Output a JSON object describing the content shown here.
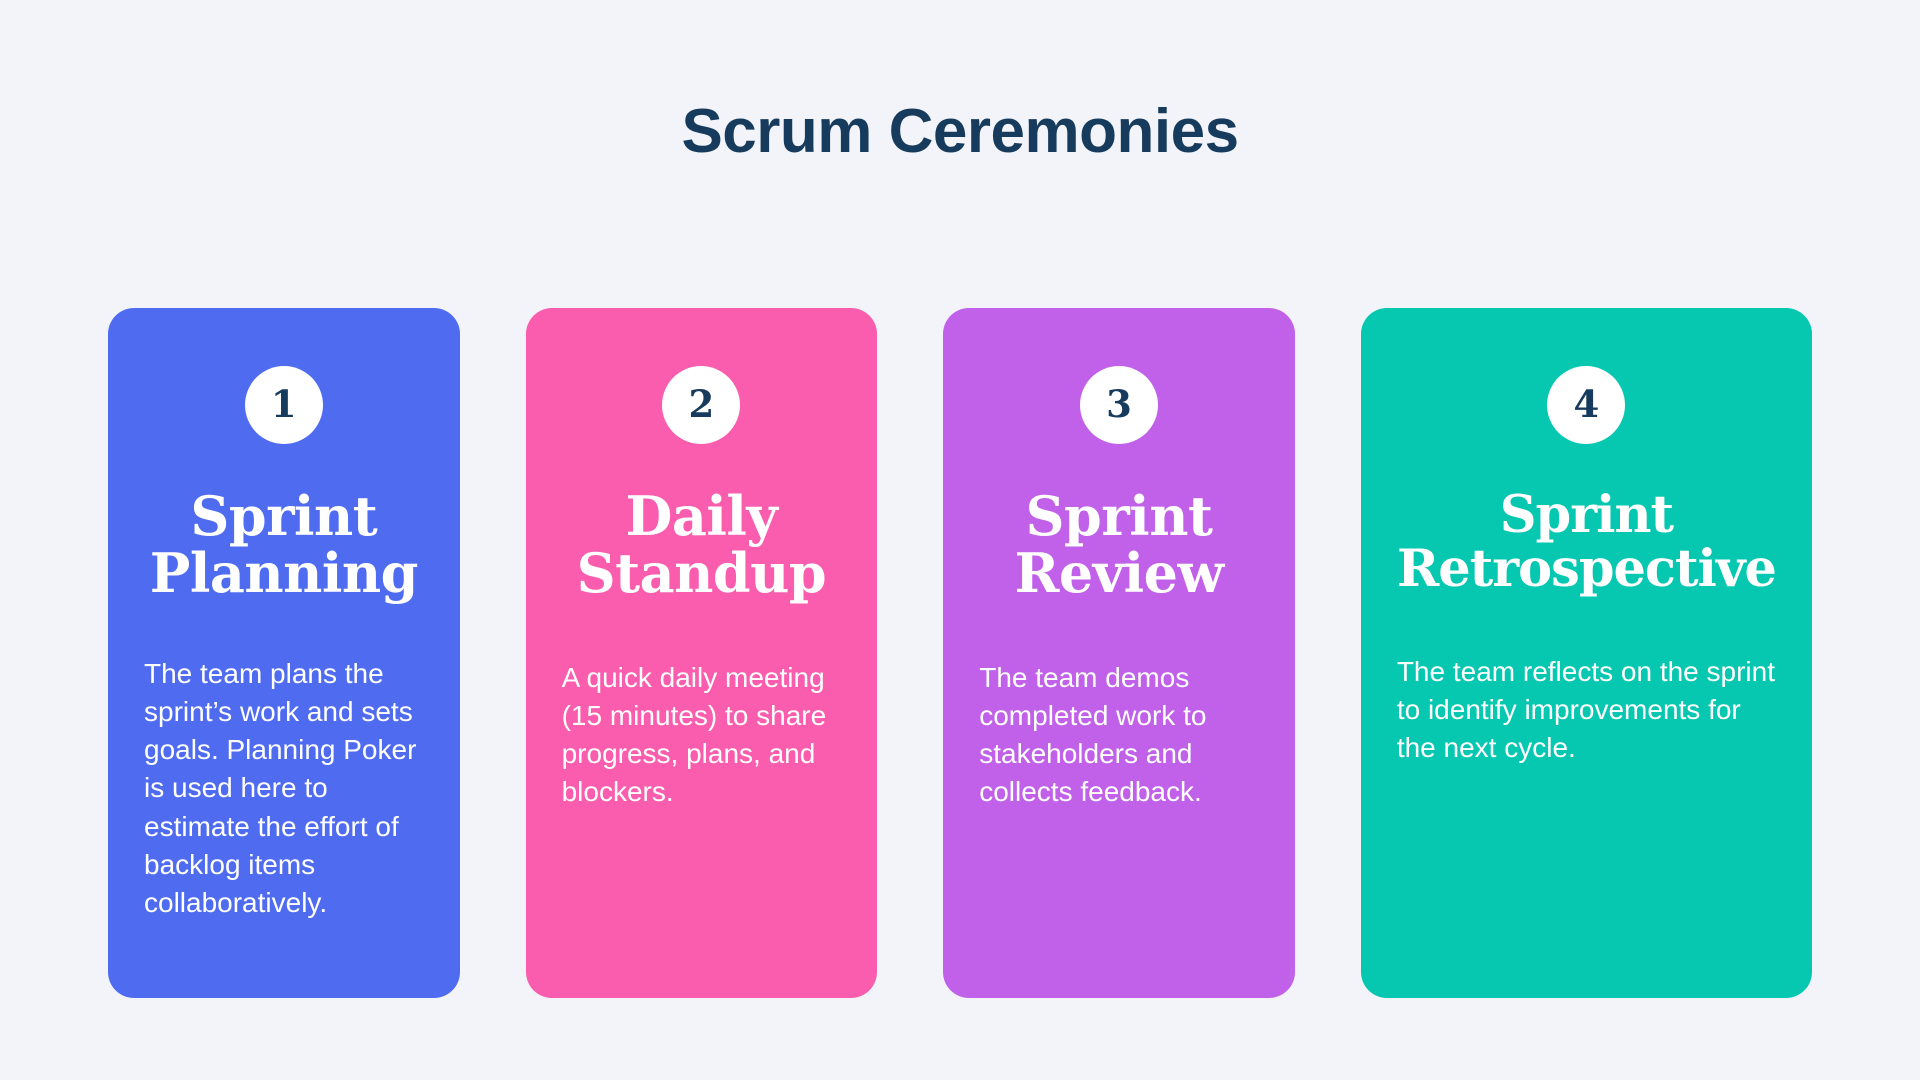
{
  "page": {
    "title": "Scrum Ceremonies",
    "background_color": "#f2f4f9",
    "title_color": "#173b5c"
  },
  "cards": [
    {
      "number": "1",
      "title": "Sprint Planning",
      "body": "The team plans the sprint’s work and sets goals. Planning Poker is used here to estimate the effort of backlog items collaboratively.",
      "color": "#4f6cf0"
    },
    {
      "number": "2",
      "title": "Daily Standup",
      "body": "A quick daily meeting (15 minutes) to share progress, plans, and blockers.",
      "color": "#fa5dae"
    },
    {
      "number": "3",
      "title": "Sprint Review",
      "body": "The team demos completed work to stakeholders and collects feedback.",
      "color": "#c160e8"
    },
    {
      "number": "4",
      "title": "Sprint Retrospective",
      "body": "The team reflects on the sprint to identify improvements for the next cycle.",
      "color": "#06c7b0"
    }
  ]
}
